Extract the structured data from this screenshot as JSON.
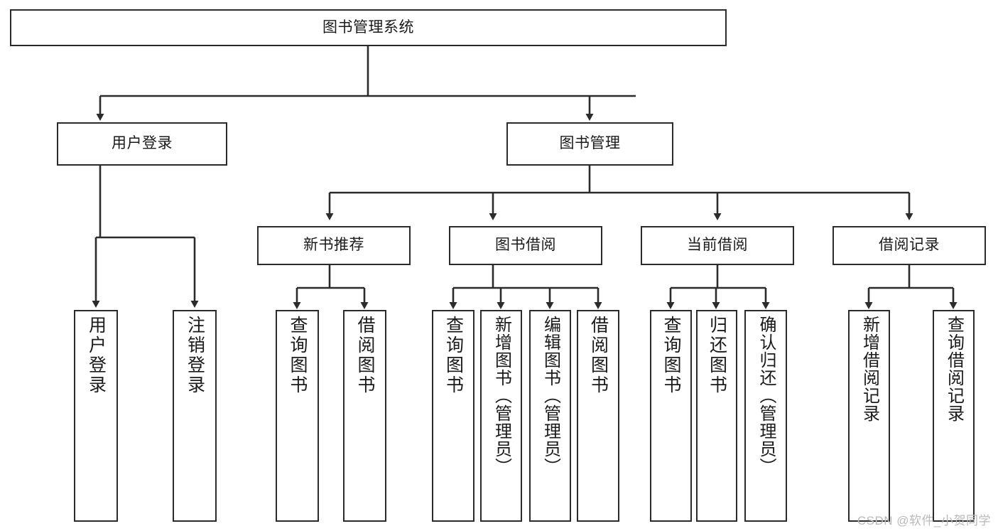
{
  "diagram": {
    "title": "图书管理系统",
    "type": "tree-hierarchy-chart",
    "root": {
      "label": "图书管理系统"
    },
    "level1": [
      {
        "label": "用户登录"
      },
      {
        "label": "图书管理"
      }
    ],
    "level2": [
      {
        "label": "新书推荐"
      },
      {
        "label": "图书借阅"
      },
      {
        "label": "当前借阅"
      },
      {
        "label": "借阅记录"
      }
    ],
    "leaves": [
      {
        "label": "用户登录",
        "parent": "用户登录"
      },
      {
        "label": "注销登录",
        "parent": "用户登录"
      },
      {
        "label": "查询图书",
        "parent": "新书推荐"
      },
      {
        "label": "借阅图书",
        "parent": "新书推荐"
      },
      {
        "label": "查询图书",
        "parent": "图书借阅"
      },
      {
        "label": "新增图书（管理员）",
        "parent": "图书借阅"
      },
      {
        "label": "编辑图书（管理员）",
        "parent": "图书借阅"
      },
      {
        "label": "借阅图书",
        "parent": "图书借阅"
      },
      {
        "label": "查询图书",
        "parent": "当前借阅"
      },
      {
        "label": "归还图书",
        "parent": "当前借阅"
      },
      {
        "label": "确认归还（管理员）",
        "parent": "当前借阅"
      },
      {
        "label": "新增借阅记录",
        "parent": "借阅记录"
      },
      {
        "label": "查询借阅记录",
        "parent": "借阅记录"
      }
    ]
  },
  "watermark": {
    "text": "CSDN @软件_小贺同学"
  },
  "colors": {
    "border": "#2b2b2b",
    "background": "#ffffff",
    "text": "#1a1a1a",
    "watermark": "#b9b9b9"
  }
}
